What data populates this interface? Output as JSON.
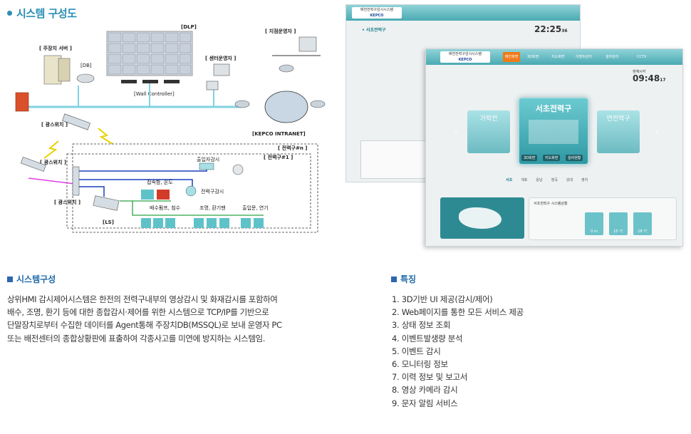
{
  "header": {
    "title": "시스템 구성도"
  },
  "diagram": {
    "dlp": "[DLP]",
    "db": "[DB]",
    "main_server": "[ 주장치 서버 ]",
    "wall_controller": "[Wall Controller]",
    "center_operator": "[ 센터운영자 ]",
    "site_operator": "[ 지점운영자 ]",
    "kepco_intranet": "[KEPCO INTRANET]",
    "optical_switch_top": "[ 광스위치 ]",
    "optical_switch_left": "[ 광스위치 ]",
    "optical_switch_mid": "[ 광스위치 ]",
    "ls": "[LS]",
    "tunnel_n": "[ 전력구#n ]",
    "tunnel_1": "[ 전력구#1 ]",
    "access_monitor": "출입자감시",
    "tunnel_monitor": "전력구감시",
    "contact_temp": "접속함, 온도",
    "drain_pump": "배수펌프, 침수",
    "light_fan": "조명, 환기팬",
    "entrance_smoke": "출입문, 연기"
  },
  "screens": {
    "back": {
      "logo_line1": "배전전력구감시시스템",
      "logo_line2": "KEPCO",
      "clock": "22:25",
      "clock_sec": "36",
      "page": "• 서초전력구"
    },
    "front": {
      "logo_line1": "배전전력구감시시스템",
      "logo_line2": "KEPCO",
      "date": "현재시각",
      "clock": "09:48",
      "clock_sec": "17",
      "card_title": "서초전력구",
      "side_left": "가락전",
      "side_right": "연전력구",
      "buttons": [
        "3D화면",
        "지도화면",
        "설비현황"
      ],
      "tabs": [
        "서초",
        "개포",
        "응남",
        "영곡",
        "강대",
        "영지"
      ],
      "menus": [
        "메인화면",
        "3D화면",
        "지도화면",
        "이벤트관리",
        "설비관리",
        "CCTV"
      ],
      "info_title": "서초전력구 시스템상황",
      "gauges": [
        "0 m",
        "15 ℃",
        "18 ℃"
      ]
    }
  },
  "system": {
    "heading": "시스템구성",
    "lines": [
      "상위HMI 감시제어시스템은 한전의 전력구내부의 영상감시 및 화재감시를 포함하여",
      "배수, 조명, 환기 등에 대한 종합감시·제어를 위한 시스템으로 TCP/IP를 기반으로",
      "단말장치로부터 수집한 데이터를 Agent통해 주장치DB(MSSQL)로 보내 운영자 PC",
      "또는 배전센터의 종합상황판에 표출하여 각종사고를 미연에 방지하는 시스템임."
    ]
  },
  "features": {
    "heading": "특징",
    "items": [
      "1. 3D기반 UI 제공(감시/제어)",
      "2. Web페이지를 통한 모든 서비스 제공",
      "3. 상태 정보 조회",
      "4. 이벤트발생량 분석",
      "5. 이벤트 감시",
      "6. 모니터링 정보",
      "7. 이력 정보 및 보고서",
      "8. 영상 카메라 감시",
      "9.  문자 알림 서비스"
    ]
  },
  "colors": {
    "accent": "#2a8fb5",
    "heading": "#1f6aa8",
    "network": "#7fd3e0",
    "lan": "#1f3fbf",
    "green": "#2ea043",
    "magenta": "#e040e0"
  }
}
